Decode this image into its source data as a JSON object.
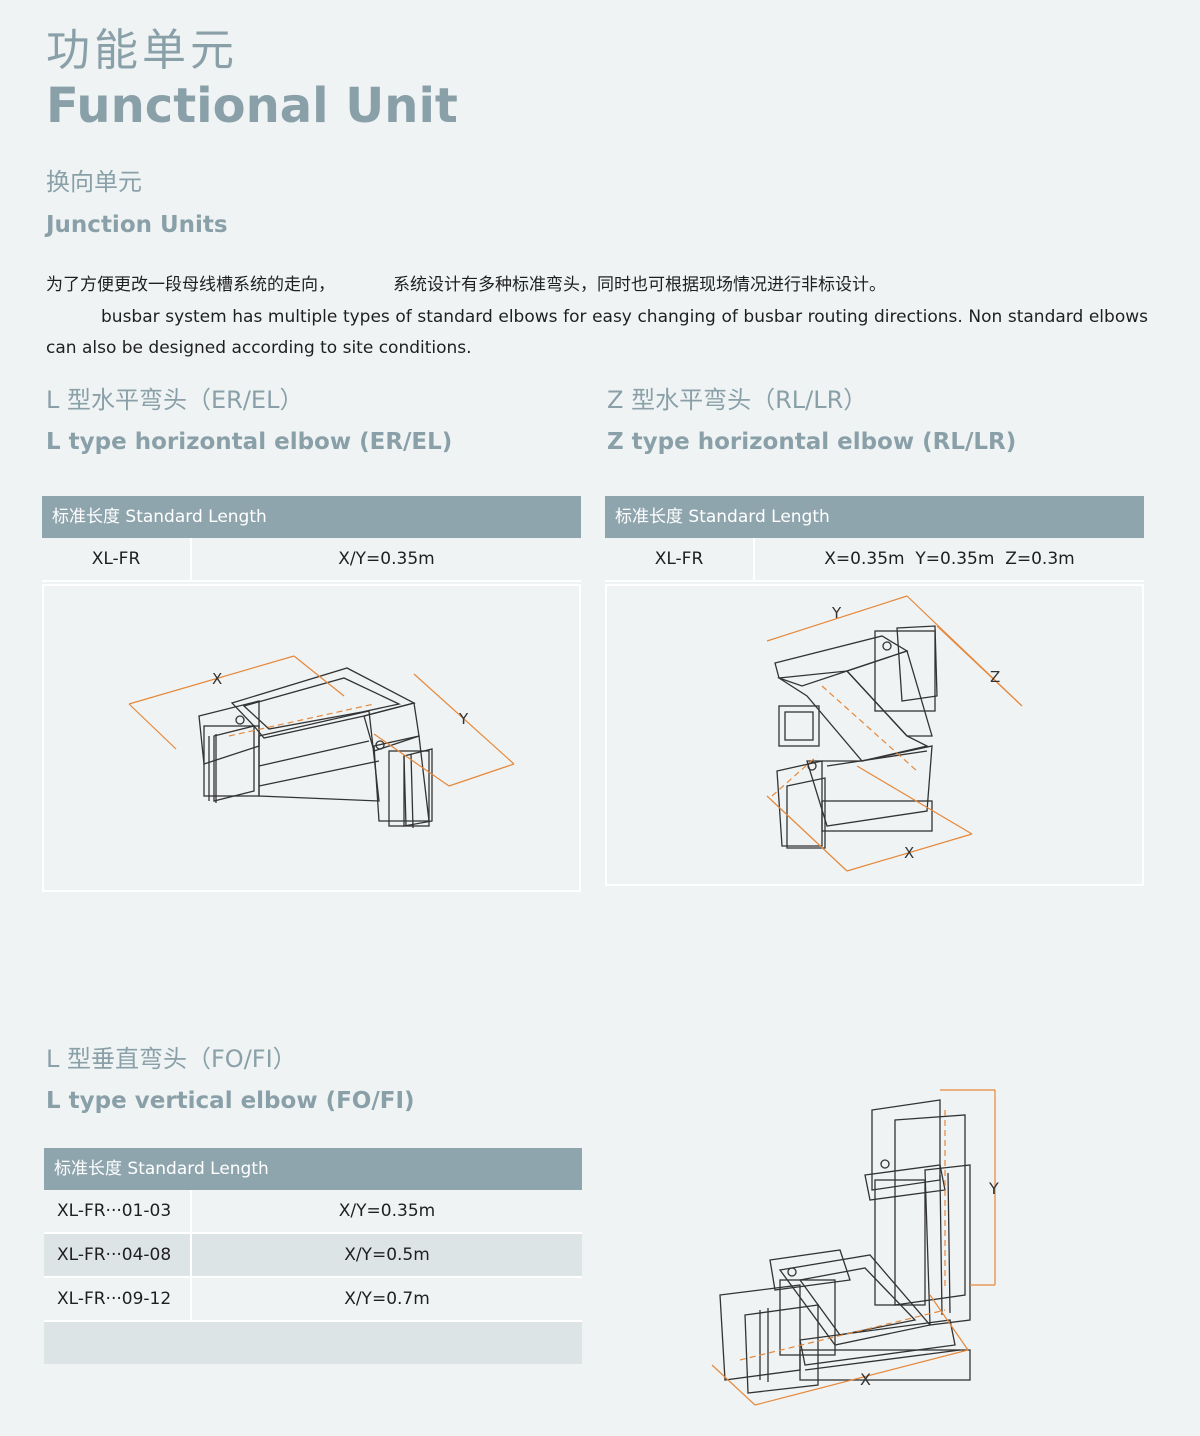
{
  "header": {
    "title_cn": "功能单元",
    "title_en": "Functional Unit",
    "subtitle_cn": "换向单元",
    "subtitle_en": "Junction Units"
  },
  "intro": {
    "cn_part1": "为了方便更改一段母线槽系统的走向，",
    "cn_part2": "系统设计有多种标准弯头，同时也可根据现场情况进行非标设计。",
    "en": "busbar system has multiple types of standard elbows for easy changing of busbar routing directions. Non standard elbows can also be designed according to site conditions."
  },
  "sections": {
    "l_horizontal": {
      "title_cn": "L 型水平弯头（ER/EL）",
      "title_en": "L type horizontal elbow (ER/EL)",
      "table_header": "标准长度 Standard Length",
      "rows": [
        {
          "model": "XL-FR",
          "value": "X/Y=0.35m"
        }
      ],
      "labels": {
        "x": "X",
        "y": "Y"
      }
    },
    "z_horizontal": {
      "title_cn": "Z 型水平弯头（RL/LR）",
      "title_en": "Z type horizontal elbow (RL/LR)",
      "table_header": "标准长度 Standard Length",
      "rows": [
        {
          "model": "XL-FR",
          "value": "X=0.35m  Y=0.35m  Z=0.3m"
        }
      ],
      "labels": {
        "x": "X",
        "y": "Y",
        "z": "Z"
      }
    },
    "l_vertical": {
      "title_cn": "L 型垂直弯头（FO/FI）",
      "title_en": "L type vertical elbow (FO/FI)",
      "table_header": "标准长度 Standard Length",
      "rows": [
        {
          "model": "XL-FR···01-03",
          "value": "X/Y=0.35m"
        },
        {
          "model": "XL-FR···04-08",
          "value": "X/Y=0.5m"
        },
        {
          "model": "XL-FR···09-12",
          "value": "X/Y=0.7m"
        }
      ],
      "labels": {
        "x": "X",
        "y": "Y"
      }
    }
  },
  "colors": {
    "accent": "#8aa0a9",
    "table_header_bg": "#8fa5ae",
    "dimension_line": "#e6883a",
    "background": "#eff3f4"
  }
}
